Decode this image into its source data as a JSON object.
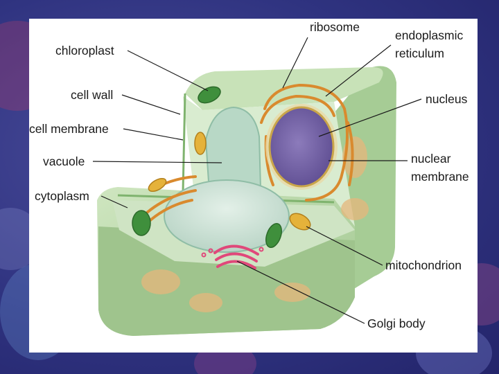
{
  "labels": {
    "chloroplast": "chloroplast",
    "cell_wall": "cell wall",
    "cell_membrane": "cell membrane",
    "vacuole": "vacuole",
    "cytoplasm": "cytoplasm",
    "ribosome": "ribosome",
    "er_line1": "endoplasmic",
    "er_line2": "reticulum",
    "nucleus": "nucleus",
    "nuclear_line1": "nuclear",
    "nuclear_line2": "membrane",
    "mitochondrion": "mitochondrion",
    "golgi": "Golgi body"
  },
  "colors": {
    "background": "#2f3380",
    "cell_green": "#a9cf9a",
    "nucleus": "#7a66a8",
    "er": "#d98a2e",
    "golgi": "#e0487a",
    "mitochondrion": "#e5b23a",
    "chloroplast": "#3f8f3c"
  }
}
